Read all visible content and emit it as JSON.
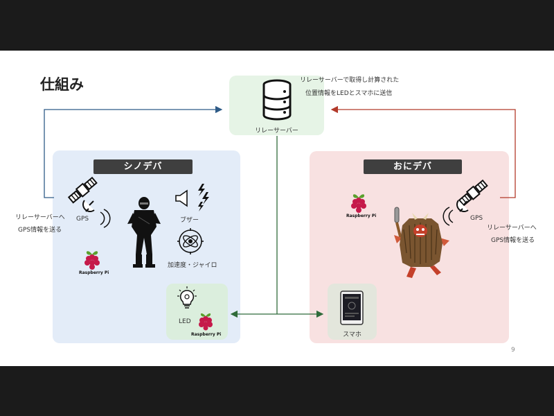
{
  "title": "仕組み",
  "page_number": "9",
  "server": {
    "label": "リレーサーバー",
    "note_line1": "リレーサーバーで取得し計算された",
    "note_line2": "位置情報をLEDとスマホに送信"
  },
  "left": {
    "title": "シノデバ",
    "gps_label": "GPS",
    "buzzer_label": "ブザー",
    "sensor_label": "加速度・ジャイロ",
    "raspberry_label": "Raspberry Pi",
    "led_label": "LED",
    "led_raspberry_label": "Raspberry Pi",
    "send_line1": "リレーサーバーへ",
    "send_line2": "GPS情報を送る"
  },
  "right": {
    "title": "おにデバ",
    "gps_label": "GPS",
    "raspberry_label": "Raspberry Pi",
    "phone_label": "スマホ",
    "send_line1": "リレーサーバーへ",
    "send_line2": "GPS情報を送る"
  },
  "colors": {
    "left_arrow": "#2e5b87",
    "right_arrow": "#b23a2a",
    "center_line": "#2f6b3a"
  }
}
